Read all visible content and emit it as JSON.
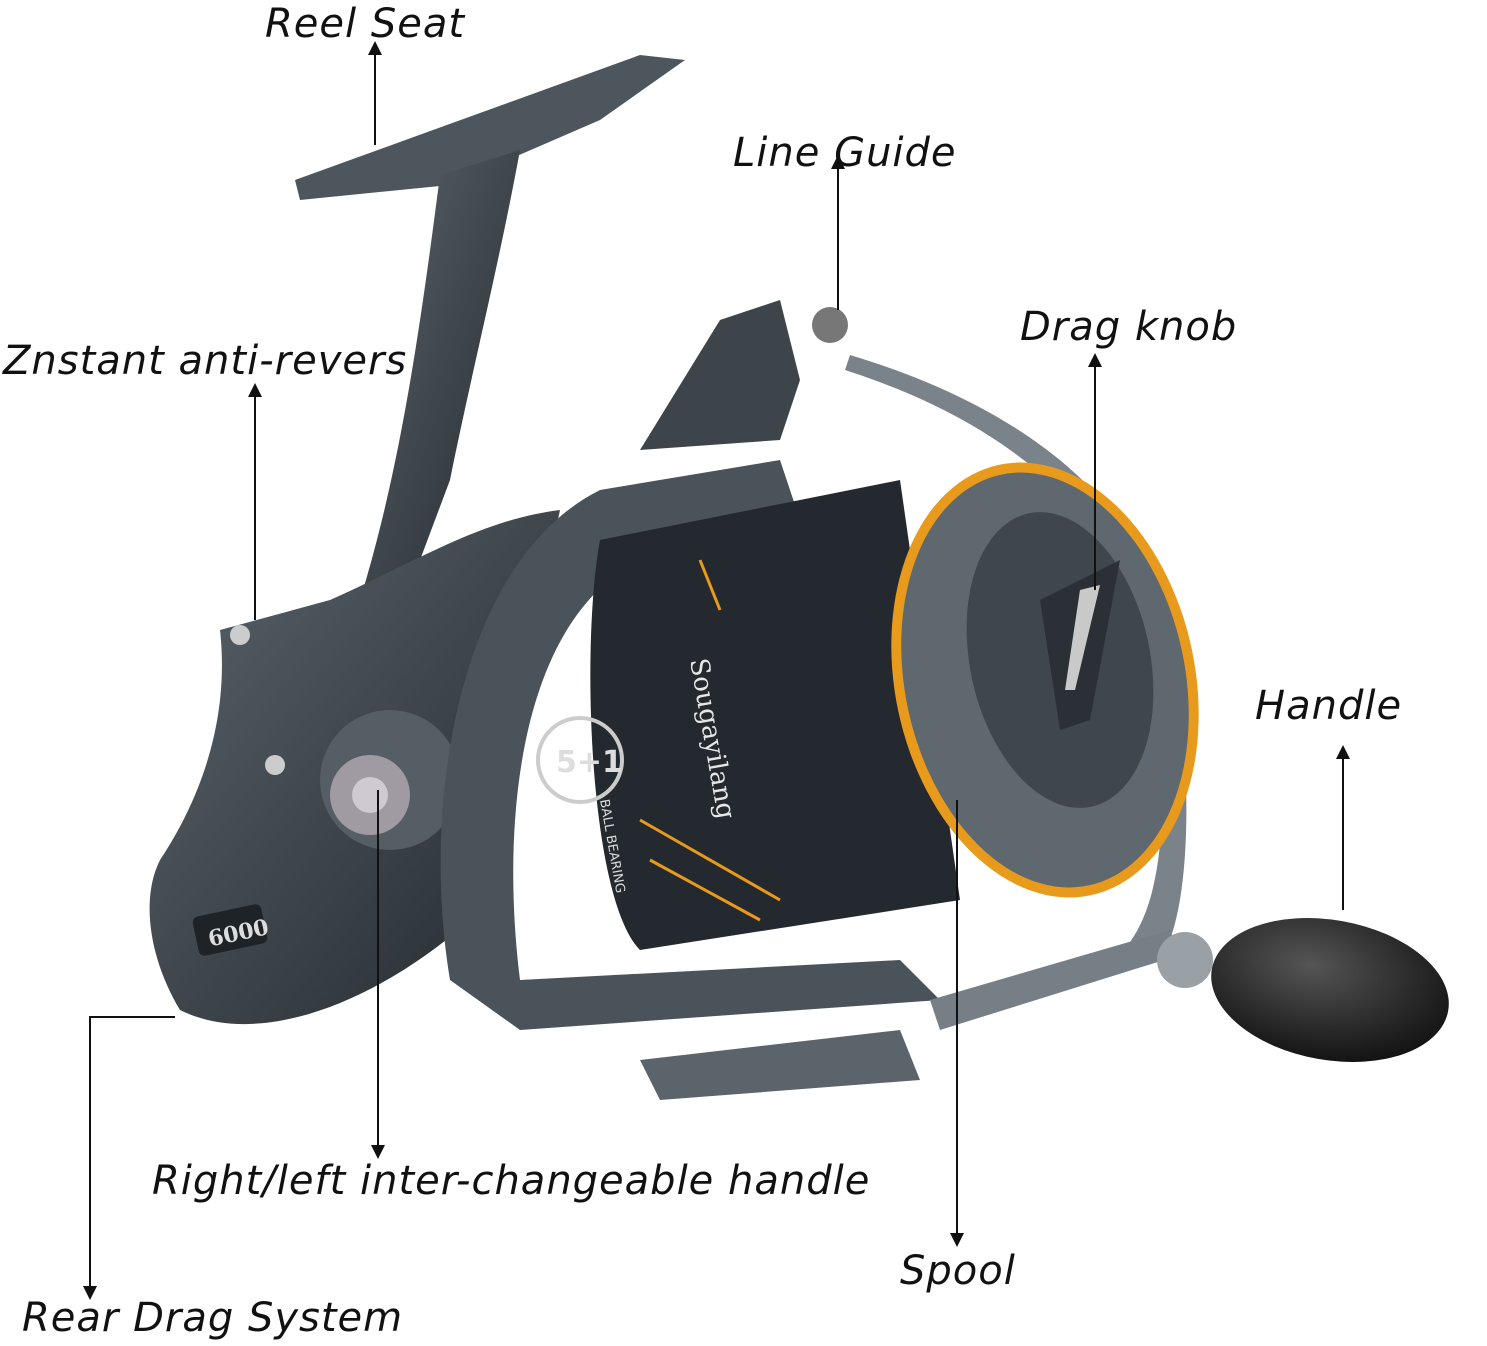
{
  "labels": {
    "reel_seat": "Reel Seat",
    "line_guide": "Line Guide",
    "drag_knob": "Drag knob",
    "anti_reverse": "Znstant anti-revers",
    "handle": "Handle",
    "interchangeable_handle": "Right/left inter-changeable handle",
    "spool": "Spool",
    "rear_drag": "Rear Drag System"
  },
  "product_markings": {
    "model": "6000",
    "bearing_count": "5+1",
    "bearing_text": "BALL BEARING",
    "brand": "Sougayilang"
  },
  "colors": {
    "body": "#3a4147",
    "body_light": "#6d777e",
    "accent": "#e89a1c",
    "arrow": "#111111"
  }
}
